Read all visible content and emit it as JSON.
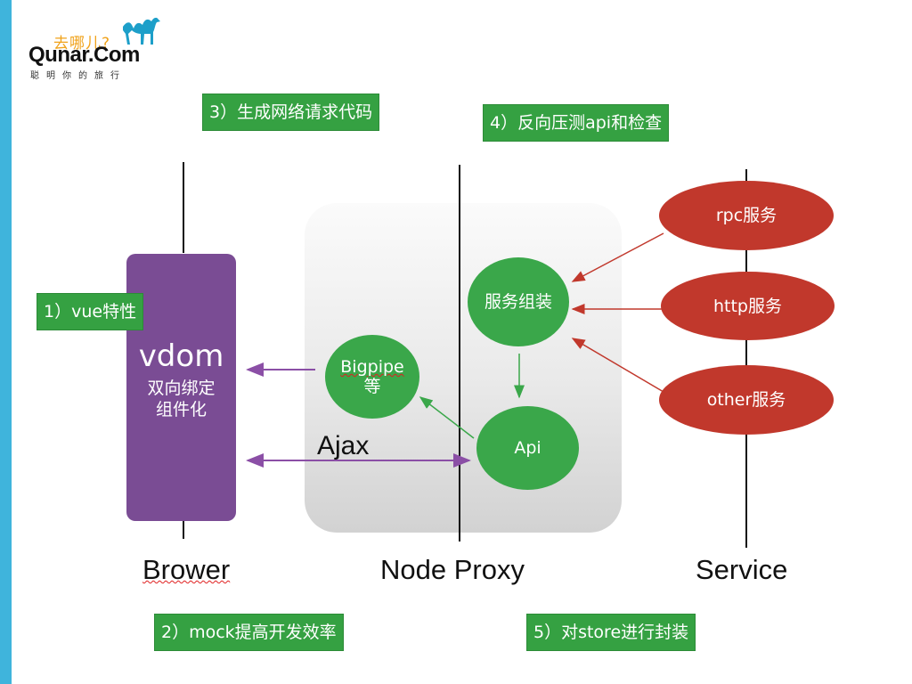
{
  "logo": {
    "chinese": "去哪儿?",
    "brand": "Qunar.Com",
    "slogan": "聪明你的旅行"
  },
  "steps": {
    "step1": "1）vue特性",
    "step2": "2）mock提高开发效率",
    "step3": "3）生成网络请求代码",
    "step4": "4）反向压测api和检查",
    "step5": "5）对store进行封装"
  },
  "browser": {
    "title": "vdom",
    "line1": "双向绑定",
    "line2": "组件化",
    "label": "Brower"
  },
  "proxy": {
    "label": "Node Proxy",
    "ajax": "Ajax",
    "bigpipe_line1": "Bigpipe",
    "bigpipe_line2": "等",
    "assemble": "服务组装",
    "api": "Api"
  },
  "service": {
    "label": "Service",
    "rpc": "rpc服务",
    "http": "http服务",
    "other": "other服务"
  },
  "colors": {
    "green": "#3aa74a",
    "red": "#c1382c",
    "purple": "#7a4c94",
    "sidebar": "#3fb4dc"
  }
}
